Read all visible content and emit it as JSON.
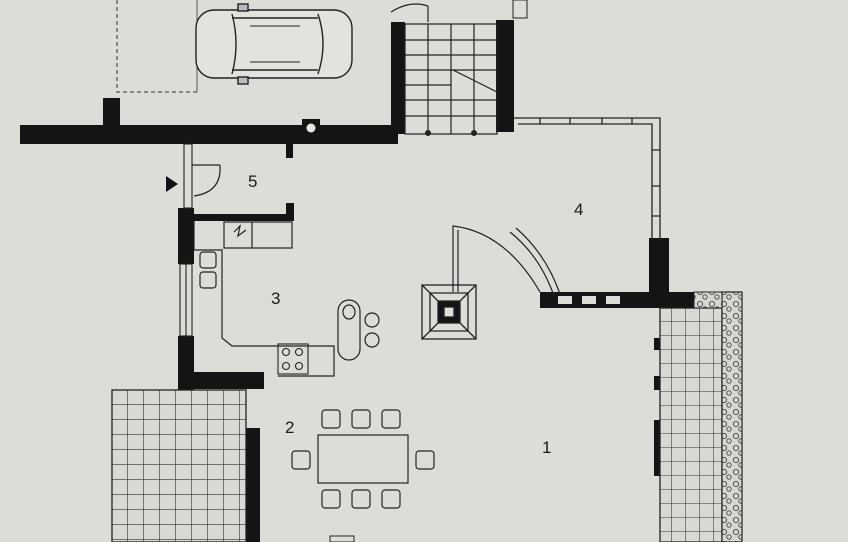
{
  "plan": {
    "rooms": [
      {
        "id": "room-1",
        "label": "1"
      },
      {
        "id": "room-2",
        "label": "2"
      },
      {
        "id": "room-3",
        "label": "3"
      },
      {
        "id": "room-4",
        "label": "4"
      },
      {
        "id": "room-5",
        "label": "5"
      }
    ],
    "colors": {
      "paper": "#dcdcd8",
      "wall": "#141414",
      "line": "#2a2a2a"
    },
    "icons": [
      "car-icon",
      "stove-icon",
      "fireplace-icon",
      "entrance-arrow-icon",
      "dining-table-icon",
      "kitchen-island-icon"
    ]
  }
}
